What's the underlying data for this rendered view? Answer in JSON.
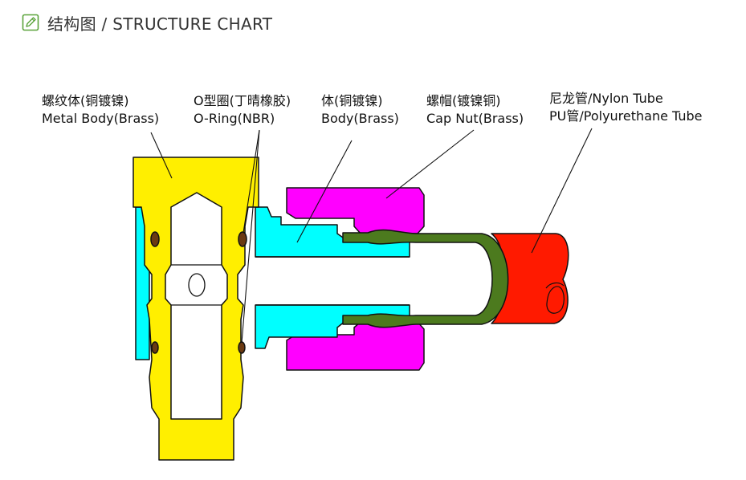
{
  "header": {
    "icon": "pencil-in-square-icon",
    "title": "结构图 / STRUCTURE CHART"
  },
  "labels": {
    "metal_body": {
      "cn": "螺纹体(铜镀镍)",
      "en": "Metal Body(Brass)"
    },
    "o_ring": {
      "cn": "O型圈(丁晴橡胶)",
      "en": "O-Ring(NBR)"
    },
    "body": {
      "cn": "体(铜镀镍)",
      "en": "Body(Brass)"
    },
    "cap_nut": {
      "cn": "螺帽(镀镍铜)",
      "en": "Cap Nut(Brass)"
    },
    "tube": {
      "cn": "尼龙管/Nylon Tube",
      "en": "PU管/Polyurethane Tube"
    }
  },
  "colors": {
    "metal_body": "#ffef00",
    "body": "#00ffff",
    "cap_nut": "#ff00ff",
    "tube_red": "#ff1a00",
    "tube_green": "#4c7a1e",
    "o_ring": "#6b3a12",
    "outline": "#111111"
  }
}
